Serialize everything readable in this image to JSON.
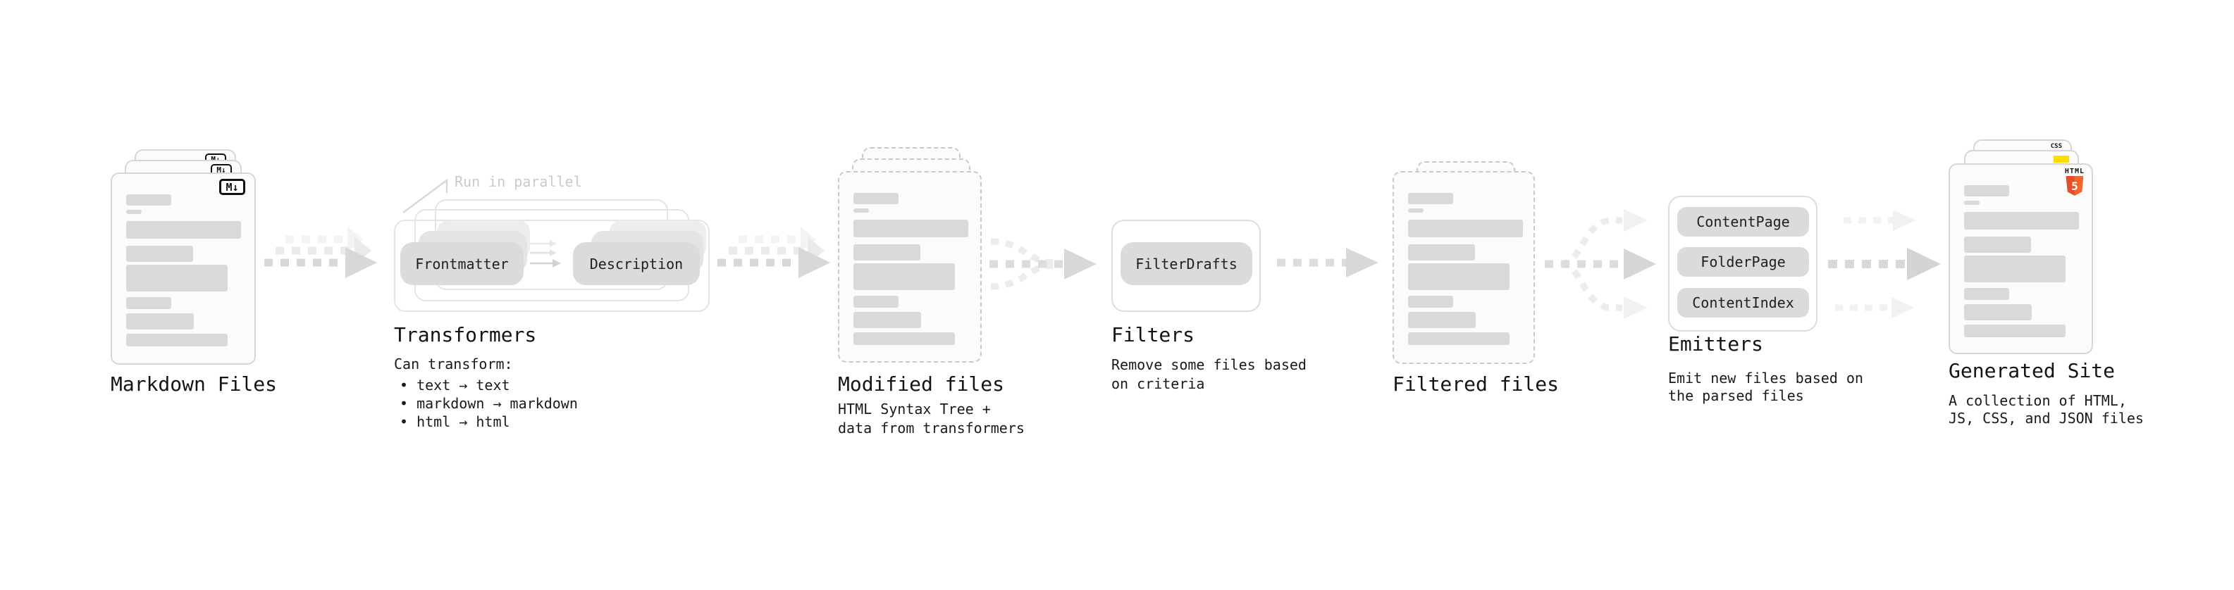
{
  "diagram": {
    "markdown_files": {
      "label": "Markdown Files",
      "file_badge": "M↓"
    },
    "transformers": {
      "annotation": "Run in parallel",
      "transformer1": "Frontmatter",
      "transformer2": "Description",
      "label": "Transformers",
      "desc_title": "Can transform:",
      "bullets": [
        "• text → text",
        "• markdown → markdown",
        "• html → html"
      ]
    },
    "modified_files": {
      "label": "Modified files",
      "desc_line1": "HTML Syntax Tree +",
      "desc_line2": "data from transformers"
    },
    "filters": {
      "filter1": "FilterDrafts",
      "label": "Filters",
      "desc_line1": "Remove some files based",
      "desc_line2": "on criteria"
    },
    "filtered_files": {
      "label": "Filtered files"
    },
    "emitters": {
      "emitter1": "ContentPage",
      "emitter2": "FolderPage",
      "emitter3": "ContentIndex",
      "label": "Emitters",
      "desc_line1": "Emit new files based on",
      "desc_line2": "the parsed files"
    },
    "generated_site": {
      "label": "Generated Site",
      "desc_line1": "A collection of HTML,",
      "desc_line2": "JS, CSS, and JSON files",
      "css_badge": "CSS",
      "html_badge_text": "HTML",
      "html_badge_number": "5"
    }
  },
  "colors": {
    "html5_orange": "#e44d26",
    "js_yellow": "#ffdd00",
    "css_blue": "#2965f1",
    "bar_gray": "#d9d9d9",
    "arrow_gray": "#d8d8d8",
    "text_dark": "#161616",
    "annotation_gray": "#c9c9c9"
  }
}
